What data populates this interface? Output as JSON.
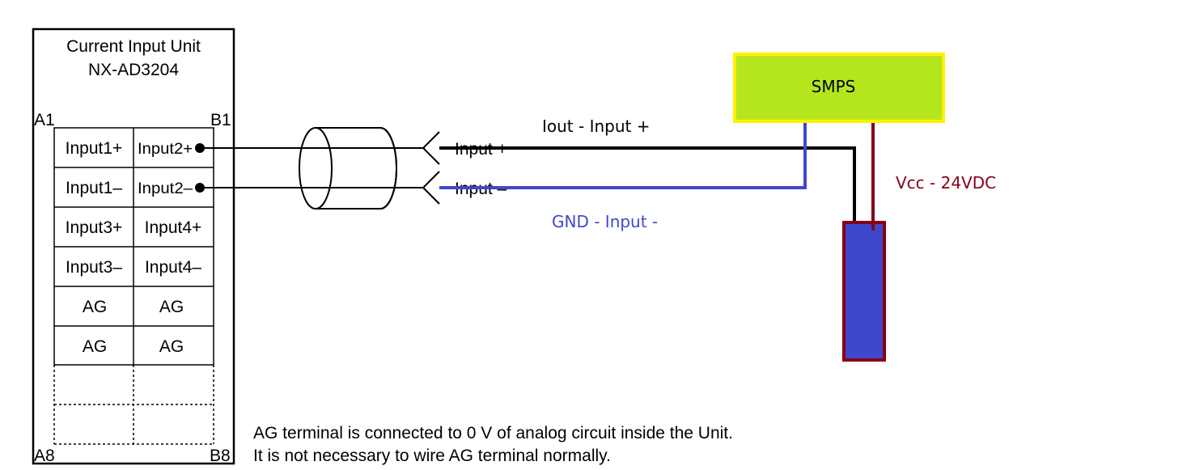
{
  "unit": {
    "title_line1": "Current Input Unit",
    "title_line2": "NX-AD3204",
    "corner_a1": "A1",
    "corner_b1": "B1",
    "corner_a8": "A8",
    "corner_b8": "B8",
    "terminals": [
      {
        "a": "Input1+",
        "b": "Input2+"
      },
      {
        "a": "Input1–",
        "b": "Input2–"
      },
      {
        "a": "Input3+",
        "b": "Input4+"
      },
      {
        "a": "Input3–",
        "b": "Input4–"
      },
      {
        "a": "AG",
        "b": "AG"
      },
      {
        "a": "AG",
        "b": "AG"
      }
    ]
  },
  "connector": {
    "label_plus": "Input +",
    "label_minus": "Input –"
  },
  "wires": {
    "iout_label": "Iout - Input +",
    "gnd_label": "GND - Input -",
    "vcc_label": "Vcc - 24VDC"
  },
  "smps": {
    "label": "SMPS"
  },
  "note": {
    "line1": "AG terminal is connected to 0 V of analog circuit inside the Unit.",
    "line2": "It is not necessary to wire AG terminal normally."
  },
  "colors": {
    "smps_fill": "#b5e61d",
    "smps_border": "#fff200",
    "blue_wire": "#3f48cc",
    "vcc_wire": "#880015",
    "sensor_fill": "#3f48cc",
    "sensor_border": "#880015",
    "black": "#000000"
  }
}
